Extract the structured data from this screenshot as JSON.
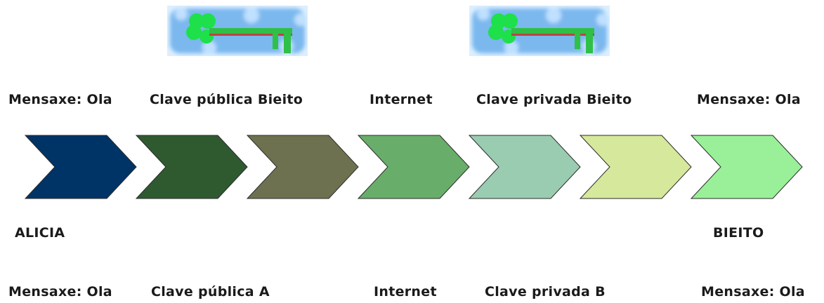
{
  "top_labels": [
    "Mensaxe: Ola",
    "Clave pública Bieito",
    "Internet",
    "Clave privada Bieito",
    "Mensaxe: Ola"
  ],
  "mid_labels": {
    "left": "ALICIA",
    "right": "BIEITO"
  },
  "bottom_labels": [
    "Mensaxe: Ola",
    "Clave pública A",
    "Internet",
    "Clave privada B",
    "Mensaxe: Ola"
  ],
  "icons": [
    "key-icon",
    "key-icon"
  ],
  "chevron_colors": [
    "#003366",
    "#2f5a30",
    "#6d7150",
    "#69ad6a",
    "#99ccb0",
    "#d6e89b",
    "#99f098"
  ]
}
